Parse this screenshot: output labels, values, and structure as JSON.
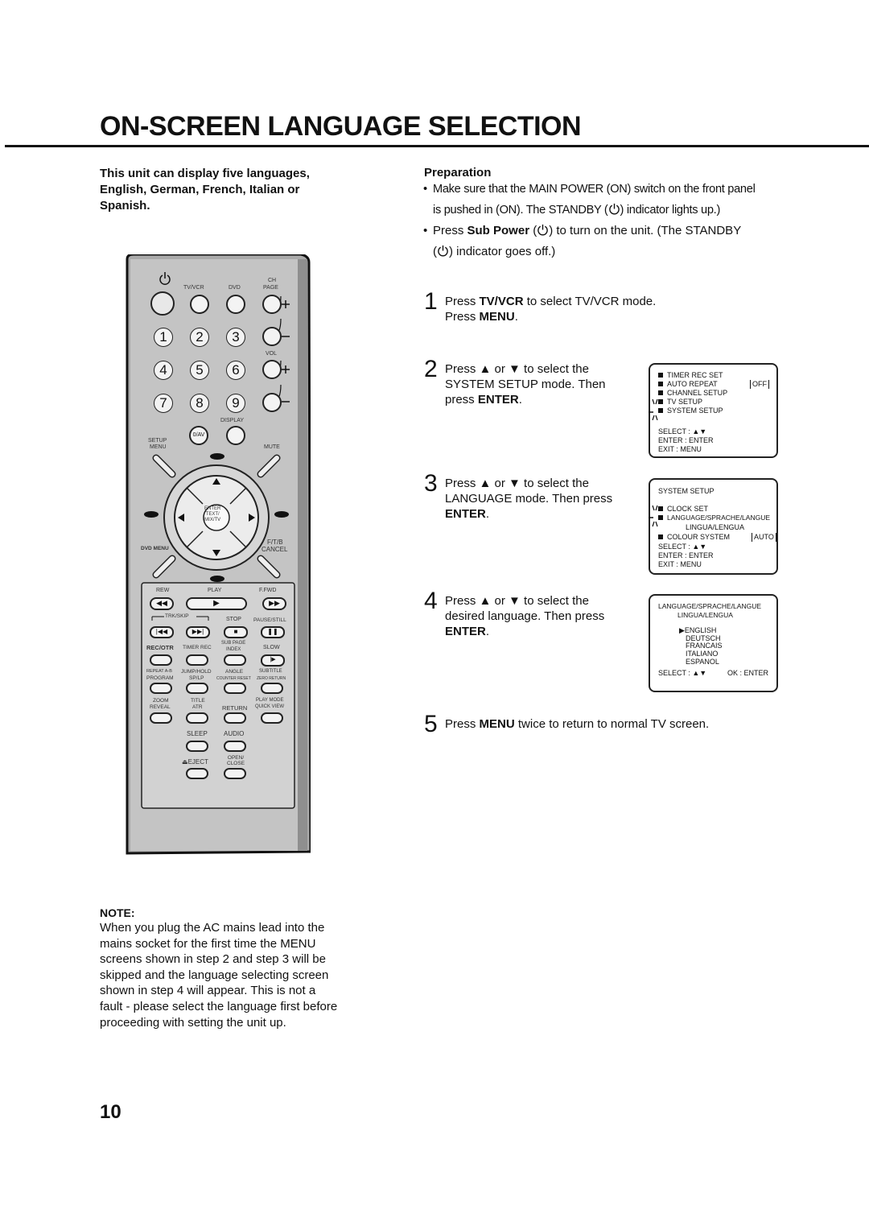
{
  "title": "ON-SCREEN LANGUAGE SELECTION",
  "intro": "This unit can display five languages, English, German, French, Italian or Spanish.",
  "preparation": {
    "heading": "Preparation",
    "bullet1_a": "Make sure that the MAIN POWER (ON) switch on the front panel",
    "bullet1_b": "is pushed in (ON). The STANDBY (",
    "bullet1_c": ") indicator lights up.)",
    "bullet2_a": "Press ",
    "bullet2_bold": "Sub Power",
    "bullet2_b": " (",
    "bullet2_c": ") to turn on the unit. (The STANDBY",
    "bullet2_d": "(",
    "bullet2_e": ") indicator goes off.)"
  },
  "steps": [
    {
      "num": "1",
      "l1a": "Press ",
      "l1b": "TV/VCR",
      "l1c": " to select TV/VCR mode.",
      "l2a": "Press ",
      "l2b": "MENU",
      "l2c": "."
    },
    {
      "num": "2",
      "l1": "Press ▲ or ▼ to select the",
      "l2": "SYSTEM SETUP mode. Then",
      "l3a": "press ",
      "l3b": "ENTER",
      "l3c": "."
    },
    {
      "num": "3",
      "l1": "Press ▲ or ▼ to select the",
      "l2": "LANGUAGE mode. Then press",
      "l3b": "ENTER",
      "l3c": "."
    },
    {
      "num": "4",
      "l1": "Press ▲ or ▼ to select the",
      "l2": "desired language. Then press",
      "l3b": "ENTER",
      "l3c": "."
    },
    {
      "num": "5",
      "l1a": "Press ",
      "l1b": "MENU",
      "l1c": " twice to return to normal TV screen."
    }
  ],
  "osd1": {
    "items": [
      "TIMER  REC  SET",
      "AUTO  REPEAT",
      "CHANNEL SETUP",
      "TV  SETUP",
      "SYSTEM  SETUP"
    ],
    "auto_repeat_value": "OFF",
    "select": "SELECT  : ▲▼",
    "enter": "ENTER   : ENTER",
    "exit": "EXIT      : MENU"
  },
  "osd2": {
    "header": "SYSTEM  SETUP",
    "clock": "CLOCK  SET",
    "lang1": "LANGUAGE/SPRACHE/LANGUE",
    "lang2": "LINGUA/LENGUA",
    "colour": "COLOUR SYSTEM",
    "colour_value": "AUTO",
    "select": "SELECT  : ▲▼",
    "enter": "ENTER   : ENTER",
    "exit": "EXIT      : MENU"
  },
  "osd3": {
    "header1": "LANGUAGE/SPRACHE/LANGUE",
    "header2": "LINGUA/LENGUA",
    "languages": [
      "ENGLISH",
      "DEUTSCH",
      "FRANCAIS",
      "ITALIANO",
      "ESPANOL"
    ],
    "select": "SELECT  : ▲▼",
    "ok": "OK : ENTER"
  },
  "remote": {
    "tvvcr": "TV/VCR",
    "dvd": "DVD",
    "ch": "CH",
    "page": "PAGE",
    "vol": "VOL",
    "keys": [
      "1",
      "2",
      "3",
      "4",
      "5",
      "6",
      "7",
      "8",
      "9"
    ],
    "display": "DISPLAY",
    "setup": "SETUP",
    "menu": "MENU",
    "zero_av": "0/AV",
    "mute": "MUTE",
    "enter1": "ENTER",
    "enter2": "TEXT/",
    "enter3": "MIX/TV",
    "ftb": "F/T/B",
    "cancel": "CANCEL",
    "dvd_menu": "DVD MENU",
    "rew": "REW",
    "play": "PLAY",
    "ffwd": "F.FWD",
    "trk_skip": "TRK/SKIP",
    "stop": "STOP",
    "pause": "PAUSE/STILL",
    "rec_otr": "REC/OTR",
    "timer_rec": "TIMER REC",
    "sub_page": "SUB PAGE",
    "index": "INDEX",
    "slow": "SLOW",
    "repeat_ab": "REPEAT A-B",
    "jump_hold": "JUMP/HOLD",
    "angle": "ANGLE",
    "subtitle": "SUBTITLE",
    "program": "PROGRAM",
    "sp_lp": "SP/LP",
    "counter_reset": "COUNTER RESET",
    "zero_return": "ZERO RETURN",
    "zoom": "ZOOM",
    "title": "TITLE",
    "play_mode": "PLAY MODE",
    "reveal": "REVEAL",
    "atr": "ATR",
    "return": "RETURN",
    "quick_view": "QUICK VIEW",
    "sleep": "SLEEP",
    "audio": "AUDIO",
    "eject": "EJECT",
    "open": "OPEN/",
    "close": "CLOSE"
  },
  "note": {
    "heading": "NOTE:",
    "body": "When you plug the AC mains lead into the mains socket for the first time the MENU screens shown in step 2 and step 3 will be skipped and the language selecting screen shown in step 4 will appear. This is not a fault - please select the language first before proceeding with setting the unit up."
  },
  "page_number": "10"
}
